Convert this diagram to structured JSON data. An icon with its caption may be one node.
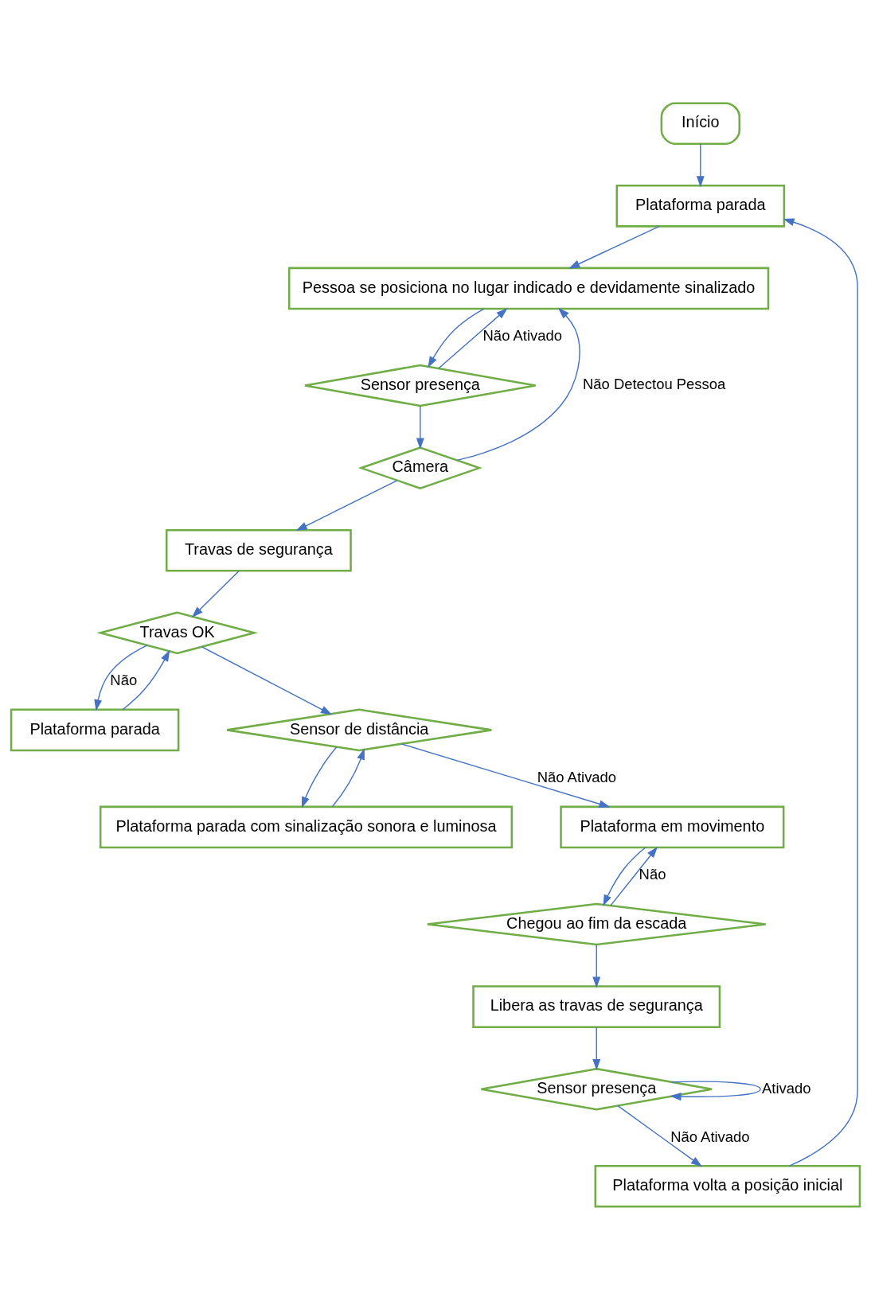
{
  "diagram": {
    "nodes": [
      {
        "text": [
          "Início"
        ]
      },
      {
        "text": [
          "Plataforma parada"
        ]
      },
      {
        "text": [
          "Plataforma volta a posição inicial"
        ]
      },
      {
        "text": [
          "Pessoa se posiciona no lugar indicado e devidamente sinalizado"
        ]
      },
      {
        "text": [
          "Sensor presença"
        ]
      },
      {
        "text": [
          "Câmera"
        ]
      },
      {
        "text": [
          "Travas de segurança"
        ]
      },
      {
        "text": [
          "Sensor presença"
        ]
      },
      {
        "text": [
          "Libera as travas de segurança"
        ]
      },
      {
        "text": [
          "Travas OK"
        ]
      },
      {
        "text": [
          "Plataforma parada"
        ]
      },
      {
        "text": [
          "Sensor de distância"
        ]
      },
      {
        "text": [
          "Plataforma parada com sinalização sonora e luminosa"
        ]
      },
      {
        "text": [
          "Plataforma em movimento"
        ]
      },
      {
        "text": [
          "Chegou ao fim da escada"
        ]
      }
    ],
    "edges": [
      {
        "from": 0,
        "to": 1,
        "arrow": "to"
      },
      {
        "from": 2,
        "to": 1,
        "arrow": "to"
      },
      {
        "from": 1,
        "to": 3,
        "arrow": "to"
      },
      {
        "from": 3,
        "to": 4,
        "arrow": "to"
      },
      {
        "from": 4,
        "to": 3,
        "arrow": "to",
        "label": "Não Ativado"
      },
      {
        "from": 4,
        "to": 5,
        "arrow": "to"
      },
      {
        "from": 5,
        "to": 3,
        "arrow": "to",
        "label": "Não Detectou Pessoa"
      },
      {
        "from": 5,
        "to": 6,
        "arrow": "to"
      },
      {
        "from": 6,
        "to": 9,
        "arrow": "to"
      },
      {
        "from": 9,
        "to": 10,
        "arrow": "to",
        "label": "Não"
      },
      {
        "from": 10,
        "to": 9,
        "arrow": "to"
      },
      {
        "from": 9,
        "to": 11,
        "arrow": "to"
      },
      {
        "from": 11,
        "to": 12,
        "arrow": "to"
      },
      {
        "from": 12,
        "to": 11,
        "arrow": "to"
      },
      {
        "from": 11,
        "to": 13,
        "arrow": "to",
        "label": "Não Ativado"
      },
      {
        "from": 13,
        "to": 14,
        "arrow": "to"
      },
      {
        "from": 14,
        "to": 13,
        "arrow": "to",
        "label": "Não"
      },
      {
        "from": 14,
        "to": 8,
        "arrow": "to"
      },
      {
        "from": 8,
        "to": 7,
        "arrow": "to"
      },
      {
        "from": 7,
        "to": 7,
        "arrow": "to",
        "label": "Ativado"
      },
      {
        "from": 7,
        "to": 2,
        "arrow": "to",
        "label": "Não Ativado"
      }
    ]
  }
}
